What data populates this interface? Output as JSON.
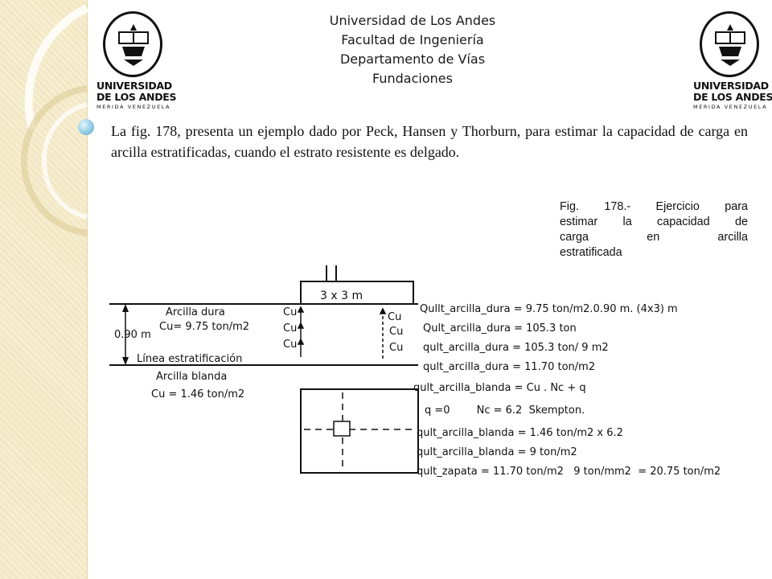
{
  "header": {
    "line1": "Universidad de Los Andes",
    "line2": "Facultad de Ingeniería",
    "line3": "Departamento de Vías",
    "line4": "Fundaciones"
  },
  "logo": {
    "name_line1": "UNIVERSIDAD",
    "name_line2": "DE LOS ANDES",
    "location": "MERIDA VENEZUELA"
  },
  "body": {
    "paragraph": "La fig. 178, presenta un ejemplo dado por Peck, Hansen y Thorburn, para estimar la capacidad de carga en arcilla estratificadas, cuando el estrato resistente es delgado."
  },
  "caption": {
    "lines": [
      "Fig. 178.- Ejercicio para",
      "estimar la capacidad de",
      "carga en arcilla",
      "estratificada"
    ]
  },
  "figure": {
    "footing": "3 x 3 m",
    "layer_top_name": "Arcilla dura",
    "layer_top_cu": "Cu= 9.75 ton/m2",
    "thickness": "0.90 m",
    "strat_line": "Línea estratificación",
    "layer_bottom_name": "Arcilla blanda",
    "layer_bottom_cu": "Cu = 1.46 ton/m2",
    "cu_left": [
      "Cu",
      "Cu",
      "Cu"
    ],
    "cu_right": [
      "Cu",
      "Cu",
      "Cu"
    ],
    "calc": [
      "Qullt_arcilla_dura = 9.75 ton/m2.0.90 m. (4x3) m",
      "Qult_arcilla_dura = 105.3 ton",
      "qult_arcilla_dura = 105.3 ton/ 9 m2",
      "qult_arcilla_dura = 11.70 ton/m2",
      "qult_arcilla_blanda = Cu . Nc +   q",
      "q =0        Nc = 6.2  Skempton.",
      "qult_arcilla_blanda = 1.46 ton/m2 x 6.2",
      "qult_arcilla_blanda = 9 ton/m2",
      "qult_zapata = 11.70 ton/m2   9 ton/mm2  = 20.75 ton/m2"
    ]
  },
  "colors": {
    "sidebar": "#f3e8c4",
    "bullet": "#7cc0db",
    "text": "#111111"
  }
}
